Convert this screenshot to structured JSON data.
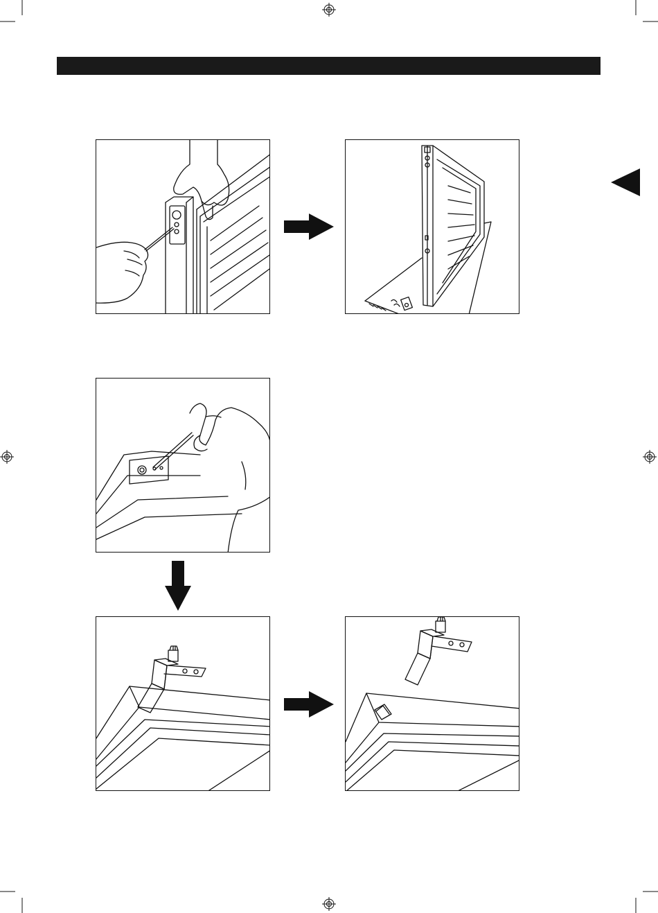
{
  "page": {
    "header_bar_color": "#1a1a1a",
    "line_color": "#111111",
    "background": "#ffffff"
  },
  "steps": [
    {
      "id": "step-1",
      "icon": "hand-screwdriver-removing-cover-icon"
    },
    {
      "id": "step-2",
      "icon": "door-lifted-with-cover-removed-icon"
    },
    {
      "id": "step-3",
      "icon": "hand-screwdriver-unscrewing-hinge-icon"
    },
    {
      "id": "step-4",
      "icon": "hinge-pin-in-door-icon"
    },
    {
      "id": "step-5",
      "icon": "hinge-pin-removed-from-door-icon"
    }
  ],
  "navigation": {
    "side_tab_icon": "triangle-left-icon"
  }
}
